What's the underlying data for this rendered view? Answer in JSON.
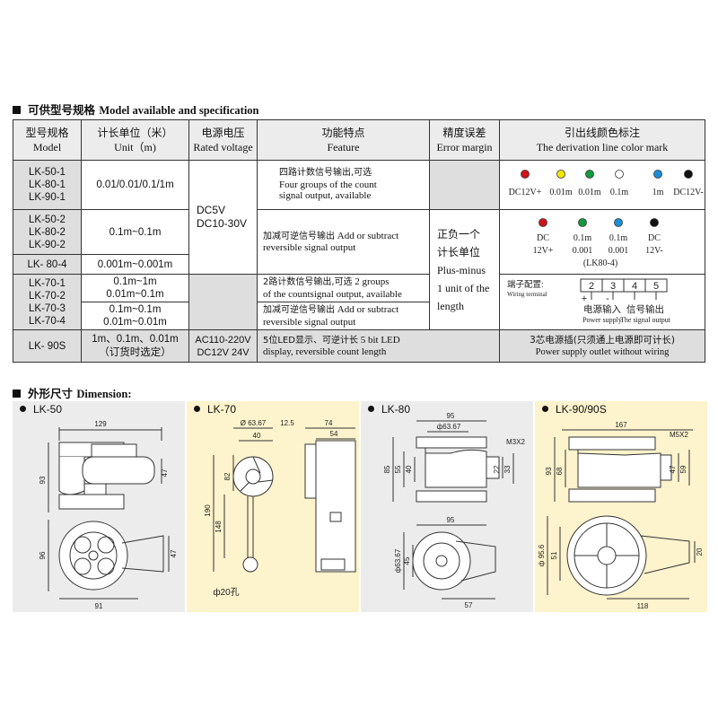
{
  "section1": {
    "zh": "可供型号规格",
    "en": "Model available  and  specification"
  },
  "table": {
    "headers": [
      {
        "zh": "型号规格",
        "en": "Model"
      },
      {
        "zh": "计长单位（米）",
        "en": "Unit（m)"
      },
      {
        "zh": "电源电压",
        "en": "Rated voltage"
      },
      {
        "zh": "功能特点",
        "en": "Feature"
      },
      {
        "zh": "精度误差",
        "en": "Error margin"
      },
      {
        "zh": "引出线颜色标注",
        "en": "The derivation line color mark"
      }
    ],
    "rows": [
      {
        "models": [
          "LK-50-1",
          "LK-80-1",
          "LK-90-1"
        ],
        "unit": "0.01/0.01/0.1/1m"
      },
      {
        "models": [
          "LK-50-2",
          "LK-80-2",
          "LK-90-2"
        ],
        "unit": "0.1m~0.1m"
      },
      {
        "models": [
          "LK- 80-4"
        ],
        "unit": "0.001m~0.001m"
      },
      {
        "models": [
          "LK-70-1",
          "LK-70-2",
          "LK-70-3",
          "LK-70-4"
        ],
        "units": [
          "0.1m~1m",
          "0.01m~0.1m",
          "0.1m~0.1m",
          "0.01m~0.01m"
        ]
      },
      {
        "models": [
          "LK- 90S"
        ],
        "unit_lines": [
          "1m、0.1m、0.01m",
          "（订货时选定）"
        ]
      }
    ],
    "voltage_dc": [
      "DC5V",
      "DC10-30V"
    ],
    "voltage_90s": [
      "AC110-220V",
      "DC12V  24V"
    ],
    "features": {
      "f1": {
        "zh": "四路计数信号输出,可选",
        "en1": "Four groups of the count",
        "en2": "signal output, available"
      },
      "f2": {
        "zh": "加减可逆信号输出",
        "en_a": " Add or subtract",
        "en2": "reversible signal output"
      },
      "f3": {
        "zh": "2路计数信号输出,可选",
        "en_a": " 2 groups",
        "en2": "of the countsignal output, available"
      },
      "f4": {
        "zh": "加减可逆信号输出",
        "en_a": " Add or subtract",
        "en2": "reversible signal output"
      },
      "f5": {
        "zh": "5位LED显示、可逆计长",
        "en_a": " 5 bit LED",
        "en2": "display,  reversible count length"
      }
    },
    "error": {
      "zh1": "正负一个",
      "zh2": "计长单位",
      "en1": "Plus-minus",
      "en2": "1 unit of the",
      "en3": "length"
    },
    "color_mark": {
      "row1": [
        {
          "label": "DC12V+",
          "color": "#d0141a"
        },
        {
          "label": "0.01m",
          "color": "#f3e600"
        },
        {
          "label": "0.01m",
          "color": "#119a3b"
        },
        {
          "label": "0.1m",
          "color": "#ffffff"
        },
        {
          "label": "1m",
          "color": "#1b8fd6"
        },
        {
          "label": "DC12V-",
          "color": "#111111"
        }
      ],
      "row2": [
        {
          "label": "DC",
          "label2": "12V+",
          "color": "#d0141a"
        },
        {
          "label": "0.1m",
          "label2": "0.001",
          "color": "#119a3b"
        },
        {
          "label": "0.1m",
          "label2": "0.001",
          "color": "#1b8fd6"
        },
        {
          "label": "DC",
          "label2": "12V-",
          "color": "#111111"
        }
      ],
      "row2_note": "(LK80-4)",
      "terminal_zh": "端子配置:",
      "terminal_en": "Wiring terminal",
      "terminals": [
        "2",
        "3",
        "4",
        "5"
      ],
      "plus": "+",
      "minus": "-",
      "power_zh": "电源输入",
      "signal_zh": "信号输出",
      "power_en": "Power supply",
      "signal_en": "The signal output",
      "row90s_zh": "3芯电源插(只须通上电源即可计长)",
      "row90s_en": "Power supply outlet  without wiring"
    }
  },
  "section2": {
    "zh": "外形尺寸",
    "en": "Dimension:"
  },
  "panels": [
    {
      "title": "LK-50",
      "bg": "#ececec",
      "dims": {
        "d129": "129",
        "d93": "93",
        "d47a": "47",
        "d96": "96",
        "d47b": "47",
        "d91": "91"
      }
    },
    {
      "title": "LK-70",
      "bg": "#fdf3cc",
      "dims": {
        "d6367": "Ø 63.67",
        "d125": "12.5",
        "d40": "40",
        "d82": "82",
        "d190": "190",
        "d148": "148",
        "d74": "74",
        "d54": "54",
        "hole": "ф20孔"
      }
    },
    {
      "title": "LK-80",
      "bg": "#ececec",
      "dims": {
        "d95a": "95",
        "d6367a": "ф63.67",
        "m3": "M3X2",
        "d85": "85",
        "d55": "55",
        "d40": "40",
        "d22": "22",
        "d33": "33",
        "d95b": "95",
        "d6367b": "ф63.67",
        "d45": "45",
        "d57": "57"
      }
    },
    {
      "title": "LK-90/90S",
      "bg": "#fdf3cc",
      "dims": {
        "d167": "167",
        "m5": "M5X2",
        "d93": "93",
        "d68": "68",
        "d47": "47",
        "d59": "59",
        "d956": "ф 95.6",
        "d51": "51",
        "d20": "20",
        "d118": "118"
      }
    }
  ]
}
